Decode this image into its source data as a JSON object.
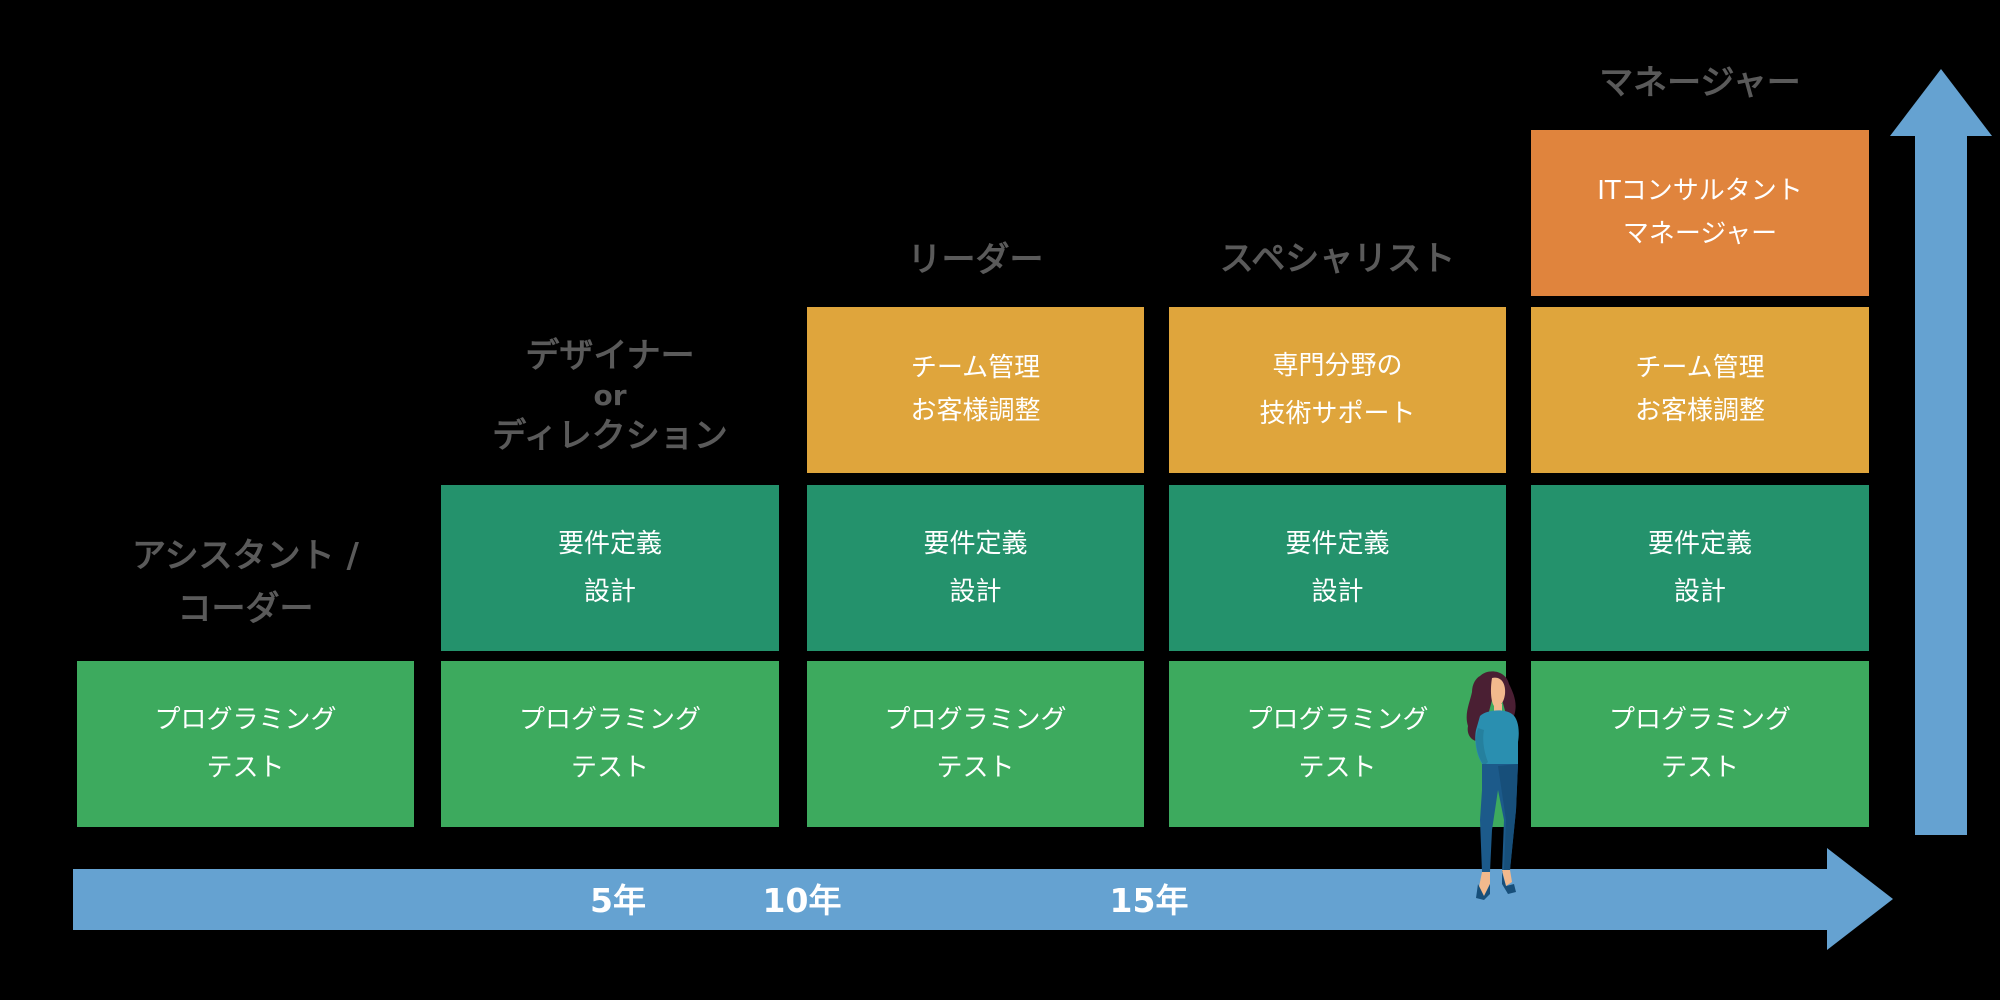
{
  "colors": {
    "background": "#000000",
    "programming": "#3daa5e",
    "design": "#24926c",
    "management": "#dfa53c",
    "consulting": "#e0843d",
    "arrow": "#65a2d1",
    "title": "#5a5a5a"
  },
  "columns": [
    {
      "title_lines": [
        "アシスタント /",
        "コーダー"
      ],
      "boxes": [
        {
          "level": "programming",
          "lines": [
            "プログラミング",
            "テスト"
          ]
        }
      ]
    },
    {
      "title_lines": [
        "デザイナー",
        "or",
        "ディレクション"
      ],
      "boxes": [
        {
          "level": "programming",
          "lines": [
            "プログラミング",
            "テスト"
          ]
        },
        {
          "level": "design",
          "lines": [
            "要件定義",
            "設計"
          ]
        }
      ]
    },
    {
      "title_lines": [
        "リーダー"
      ],
      "boxes": [
        {
          "level": "programming",
          "lines": [
            "プログラミング",
            "テスト"
          ]
        },
        {
          "level": "design",
          "lines": [
            "要件定義",
            "設計"
          ]
        },
        {
          "level": "management",
          "lines": [
            "チーム管理",
            "お客様調整"
          ]
        }
      ]
    },
    {
      "title_lines": [
        "スペシャリスト"
      ],
      "boxes": [
        {
          "level": "programming",
          "lines": [
            "プログラミング",
            "テスト"
          ]
        },
        {
          "level": "design",
          "lines": [
            "要件定義",
            "設計"
          ]
        },
        {
          "level": "management",
          "lines": [
            "専門分野の",
            "技術サポート"
          ]
        }
      ]
    },
    {
      "title_lines": [
        "マネージャー"
      ],
      "boxes": [
        {
          "level": "programming",
          "lines": [
            "プログラミング",
            "テスト"
          ]
        },
        {
          "level": "design",
          "lines": [
            "要件定義",
            "設計"
          ]
        },
        {
          "level": "management",
          "lines": [
            "チーム管理",
            "お客様調整"
          ]
        },
        {
          "level": "consulting",
          "lines": [
            "ITコンサルタント",
            "マネージャー"
          ]
        }
      ]
    }
  ],
  "timeline": {
    "labels": [
      "5年",
      "10年",
      "15年"
    ]
  },
  "icons": {
    "timeline_arrow": "arrow-right-icon",
    "growth_arrow": "arrow-up-icon",
    "person": "woman-standing-illustration"
  }
}
